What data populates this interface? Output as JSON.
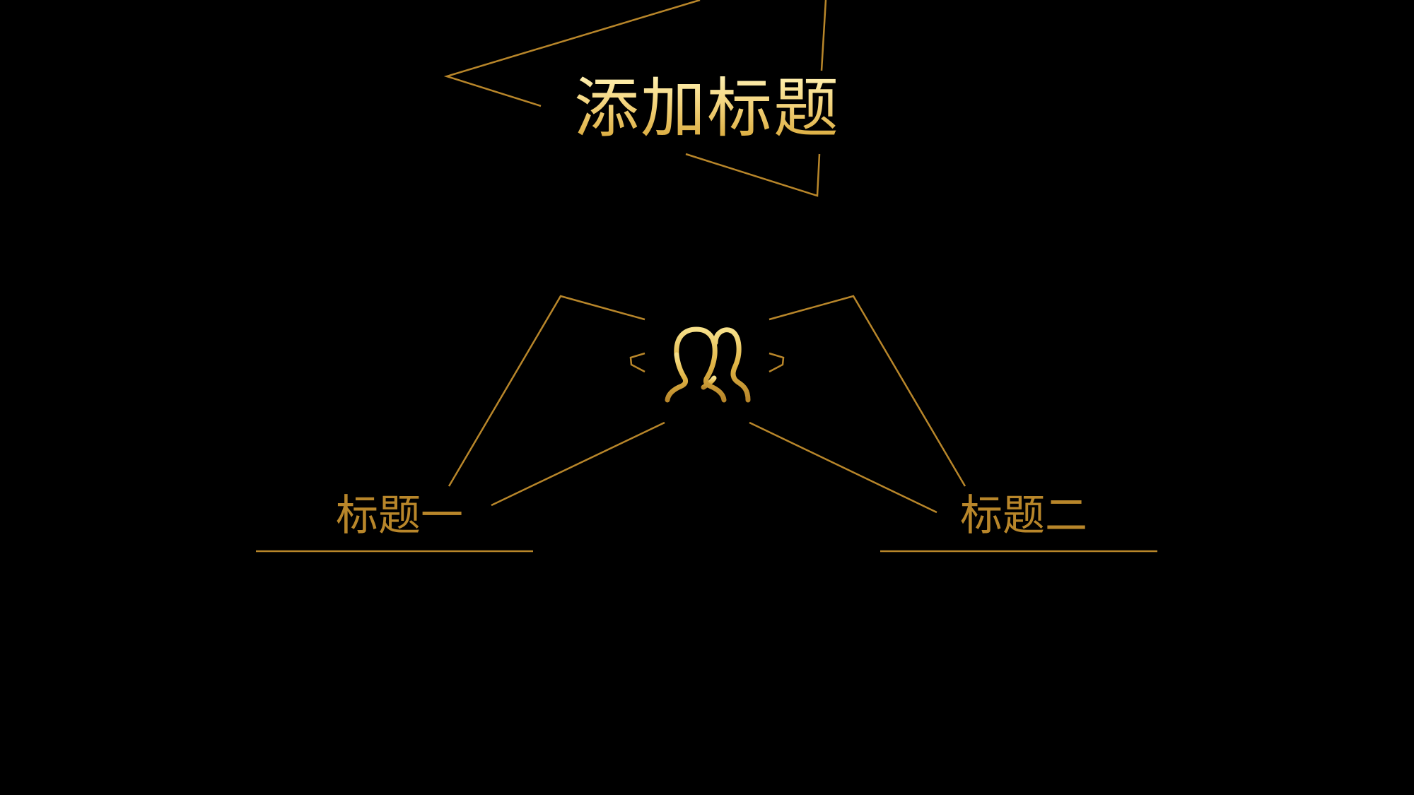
{
  "slide": {
    "title": "添加标题",
    "items": [
      {
        "label": "标题一"
      },
      {
        "label": "标题二"
      }
    ]
  },
  "icons": {
    "center": "users-group-icon"
  },
  "colors": {
    "background": "#000000",
    "gold_line": "#b8862a",
    "gold_light": "#f2d27a",
    "gold_dark": "#c9961f"
  }
}
